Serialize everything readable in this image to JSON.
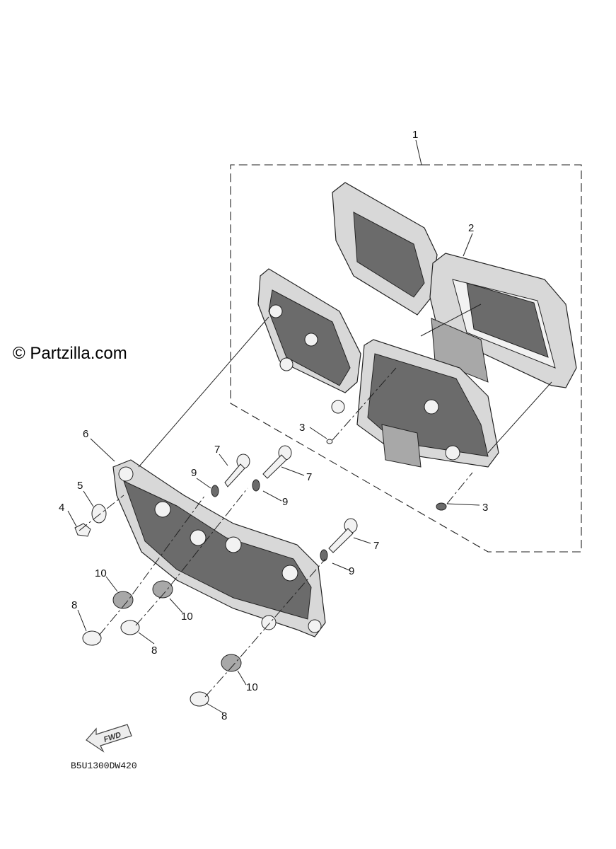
{
  "watermark": "© Partzilla.com",
  "diagram_code": "B5U1300DW420",
  "fwd_label": "FWD",
  "callouts": {
    "c1": "1",
    "c2": "2",
    "c3a": "3",
    "c3b": "3",
    "c4": "4",
    "c5": "5",
    "c6": "6",
    "c7a": "7",
    "c7b": "7",
    "c7c": "7",
    "c8a": "8",
    "c8b": "8",
    "c8c": "8",
    "c9a": "9",
    "c9b": "9",
    "c9c": "9",
    "c10a": "10",
    "c10b": "10",
    "c10c": "10"
  },
  "colors": {
    "line": "#222222",
    "part_fill": "#d8d8d8",
    "dark_fill": "#6b6b6b"
  }
}
